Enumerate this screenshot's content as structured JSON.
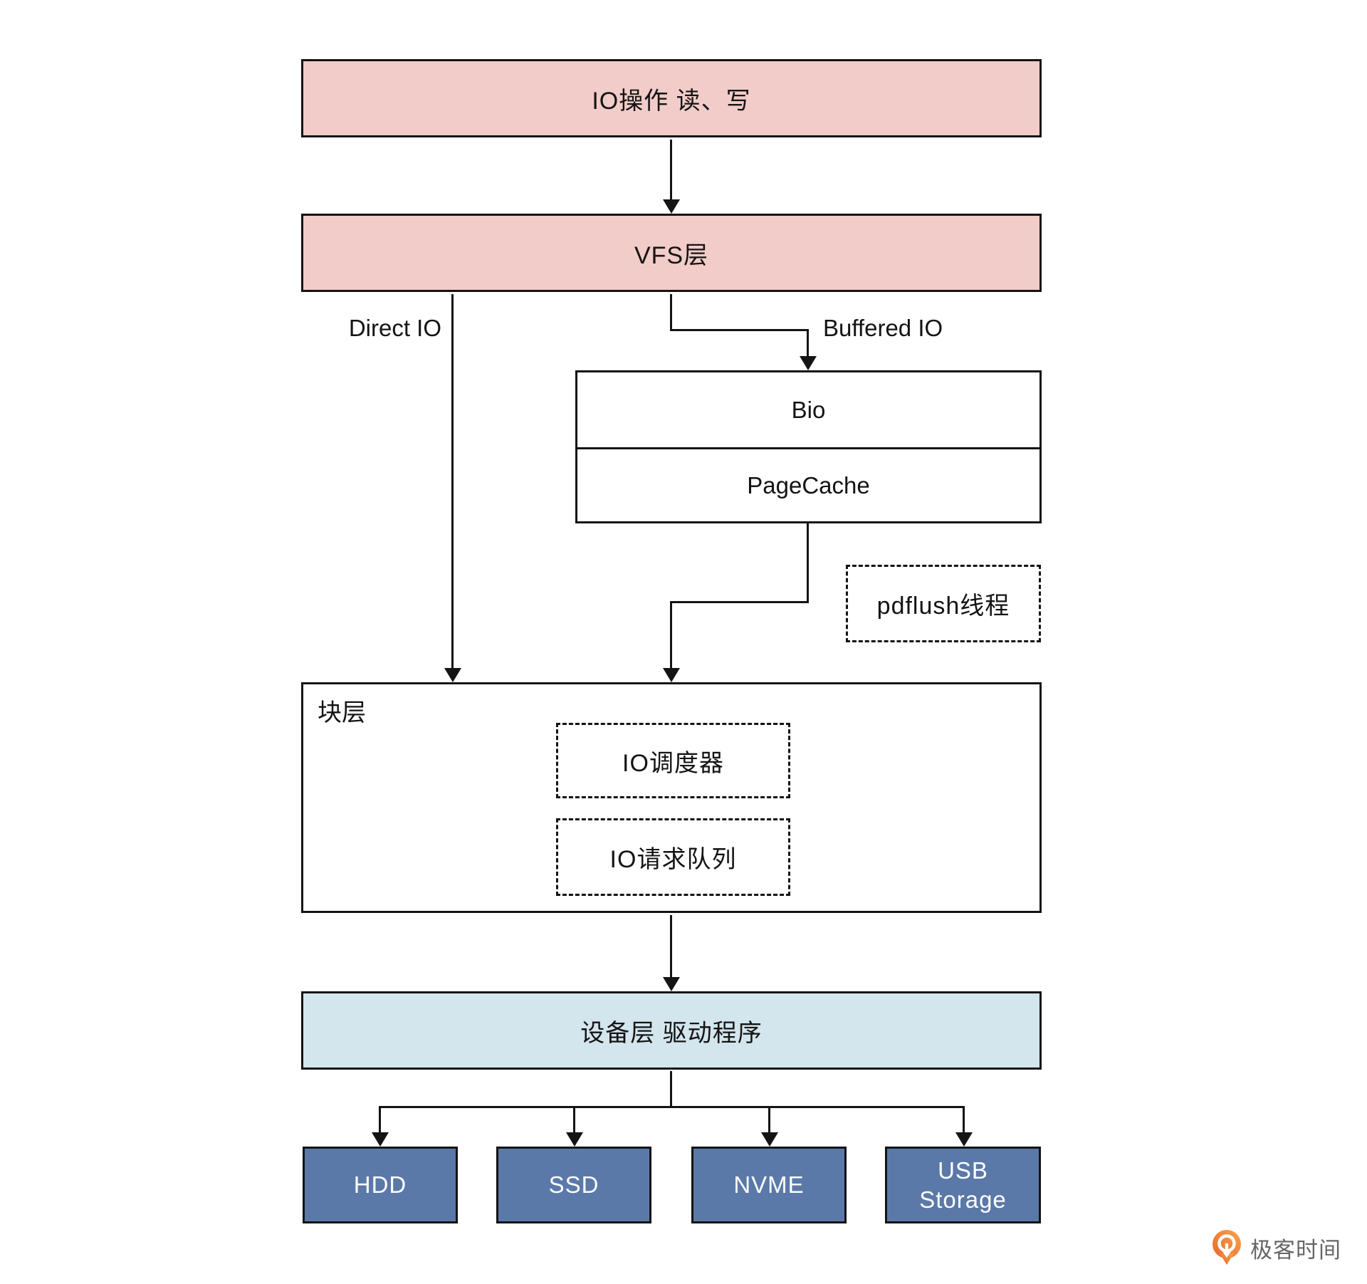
{
  "diagram": {
    "io_box_label": "IO操作 读、写",
    "vfs_box_label": "VFS层",
    "direct_io_label": "Direct IO",
    "buffered_io_label": "Buffered IO",
    "bio_label": "Bio",
    "pagecache_label": "PageCache",
    "pdflush_label": "pdflush线程",
    "block_layer_label": "块层",
    "io_scheduler_label": "IO调度器",
    "io_request_queue_label": "IO请求队列",
    "device_layer_label": "设备层 驱动程序",
    "devices": [
      "HDD",
      "SSD",
      "NVME",
      "USB Storage"
    ],
    "colors": {
      "layer_pink": "#f2ccc9",
      "device_layer_blue": "#d3e5ed",
      "device_box_blue": "#5a79a8",
      "line_black": "#141414",
      "logo_orange": "#ee6f2d",
      "logo_text_gray": "#666666"
    }
  },
  "footer": {
    "logo_text": "极客时间"
  }
}
